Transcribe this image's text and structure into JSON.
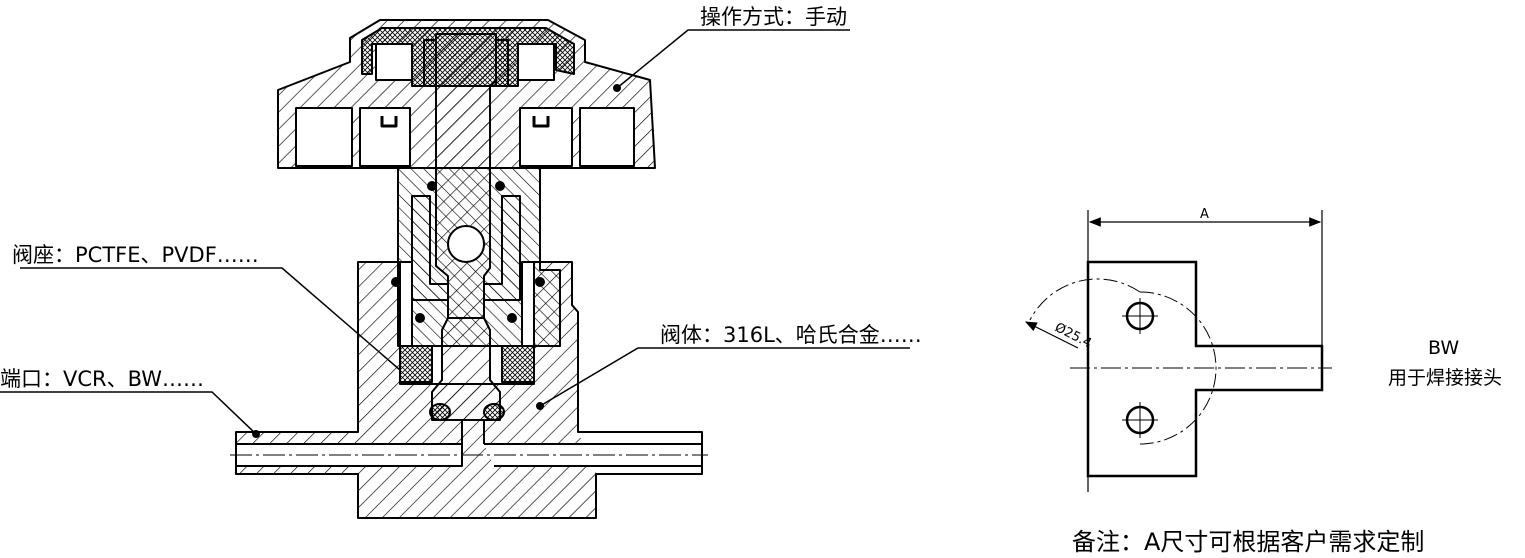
{
  "labels": {
    "operation": "操作方式：手动",
    "seat": "阀座：PCTFE、PVDF……",
    "port": "端口：VCR、BW……",
    "body": "阀体：316L、哈氏合金……"
  },
  "bw_detail": {
    "dimension_label": "A",
    "diameter_label": "Ø25.4",
    "title": "BW",
    "subtitle": "用于焊接接头"
  },
  "note": "备注：A尺寸可根据客户需求定制"
}
